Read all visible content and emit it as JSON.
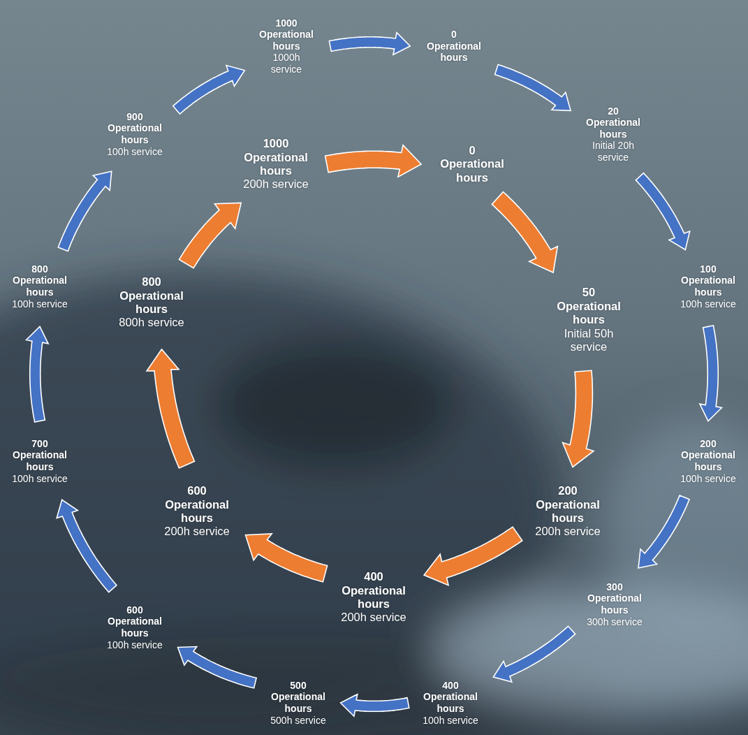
{
  "diagram": {
    "nodes": [
      {
        "text": [
          "1000 Operational hours",
          "1000h service"
        ]
      },
      {
        "text": [
          "0 Operational hours"
        ]
      },
      {
        "text": [
          "20 Operational hours",
          "Initial 20h service"
        ]
      },
      {
        "text": [
          "100 Operational hours",
          "100h service"
        ]
      },
      {
        "text": [
          "200 Operational hours",
          "100h service"
        ]
      },
      {
        "text": [
          "300 Operational hours",
          "300h service"
        ]
      },
      {
        "text": [
          "400 Operational hours",
          "100h service"
        ]
      },
      {
        "text": [
          "500 Operational hours",
          "500h service"
        ]
      },
      {
        "text": [
          "600 Operational hours",
          "100h service"
        ]
      },
      {
        "text": [
          "700 Operational hours",
          "100h service"
        ]
      },
      {
        "text": [
          "800 Operational hours",
          "100h service"
        ]
      },
      {
        "text": [
          "900 Operational hours",
          "100h service"
        ]
      },
      {
        "text": [
          "1000 Operational hours",
          "200h service"
        ]
      },
      {
        "text": [
          "0 Operational hours"
        ]
      },
      {
        "text": [
          "50 Operational hours",
          "Initial 50h service"
        ]
      },
      {
        "text": [
          "200 Operational hours",
          "200h service"
        ]
      },
      {
        "text": [
          "400 Operational hours",
          "200h service"
        ]
      },
      {
        "text": [
          "600 Operational hours",
          "200h service"
        ]
      },
      {
        "text": [
          "800 Operational hours",
          "800h service"
        ]
      }
    ],
    "edges": [
      {
        "from": 0,
        "to": 1,
        "arrow": "to"
      },
      {
        "from": 1,
        "to": 2,
        "arrow": "to"
      },
      {
        "from": 2,
        "to": 3,
        "arrow": "to"
      },
      {
        "from": 3,
        "to": 4,
        "arrow": "to"
      },
      {
        "from": 4,
        "to": 5,
        "arrow": "to"
      },
      {
        "from": 5,
        "to": 6,
        "arrow": "to"
      },
      {
        "from": 6,
        "to": 7,
        "arrow": "to"
      },
      {
        "from": 7,
        "to": 8,
        "arrow": "to"
      },
      {
        "from": 8,
        "to": 9,
        "arrow": "to"
      },
      {
        "from": 9,
        "to": 10,
        "arrow": "to"
      },
      {
        "from": 10,
        "to": 11,
        "arrow": "to"
      },
      {
        "from": 11,
        "to": 0,
        "arrow": "to"
      },
      {
        "from": 12,
        "to": 13,
        "arrow": "to"
      },
      {
        "from": 13,
        "to": 14,
        "arrow": "to"
      },
      {
        "from": 14,
        "to": 15,
        "arrow": "to"
      },
      {
        "from": 15,
        "to": 16,
        "arrow": "to"
      },
      {
        "from": 16,
        "to": 17,
        "arrow": "to"
      },
      {
        "from": 17,
        "to": 18,
        "arrow": "to"
      },
      {
        "from": 18,
        "to": 12,
        "arrow": "to"
      }
    ]
  }
}
